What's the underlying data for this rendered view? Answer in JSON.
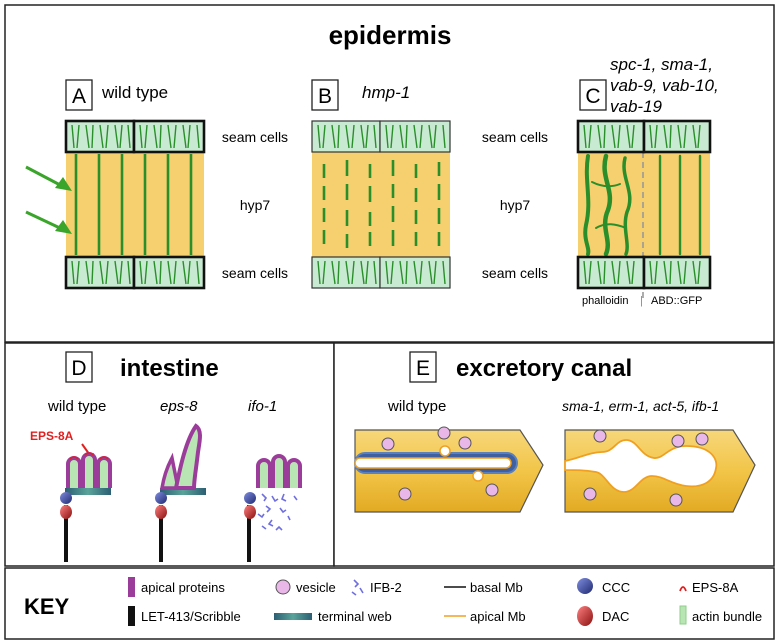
{
  "epidermis": {
    "title": "epidermis",
    "panel_a": {
      "letter": "A",
      "label": "wild type"
    },
    "panel_b": {
      "letter": "B",
      "label": "hmp-1"
    },
    "panel_c": {
      "letter": "C",
      "label_lines": [
        "spc-1, sma-1,",
        "vab-9, vab-10,",
        "vab-19"
      ],
      "stain_left": "phalloidin",
      "stain_sep": "|",
      "stain_right": "ABD::GFP"
    },
    "seam_label": "seam cells",
    "hyp_label": "hyp7"
  },
  "intestine": {
    "letter": "D",
    "title": "intestine",
    "labels": [
      "wild type",
      "eps-8",
      "ifo-1"
    ],
    "callout": "EPS-8A"
  },
  "excretory": {
    "letter": "E",
    "title": "excretory canal",
    "labels": [
      "wild type",
      "sma-1, erm-1, act-5, ifb-1"
    ]
  },
  "key": {
    "title": "KEY",
    "items": [
      "apical proteins",
      "LET-413/Scribble",
      "vesicle",
      "terminal web",
      "IFB-2",
      "basal Mb",
      "apical Mb",
      "CCC",
      "DAC",
      "EPS-8A",
      "actin bundle"
    ]
  },
  "colors": {
    "hyp": "#f6d06e",
    "seam": "#c9ead2",
    "actin": "#2a8f2a",
    "arrow": "#3aa52a",
    "apical": "#9b3c9b",
    "terminal_web": "#2f6f6a",
    "ifb": "#6f6fe0",
    "apical_mb": "#f0a020",
    "vesicle": "#e9b8e9",
    "ccc": "#3b4aa8",
    "dac": "#d23b3b",
    "eps": "#e02020"
  }
}
